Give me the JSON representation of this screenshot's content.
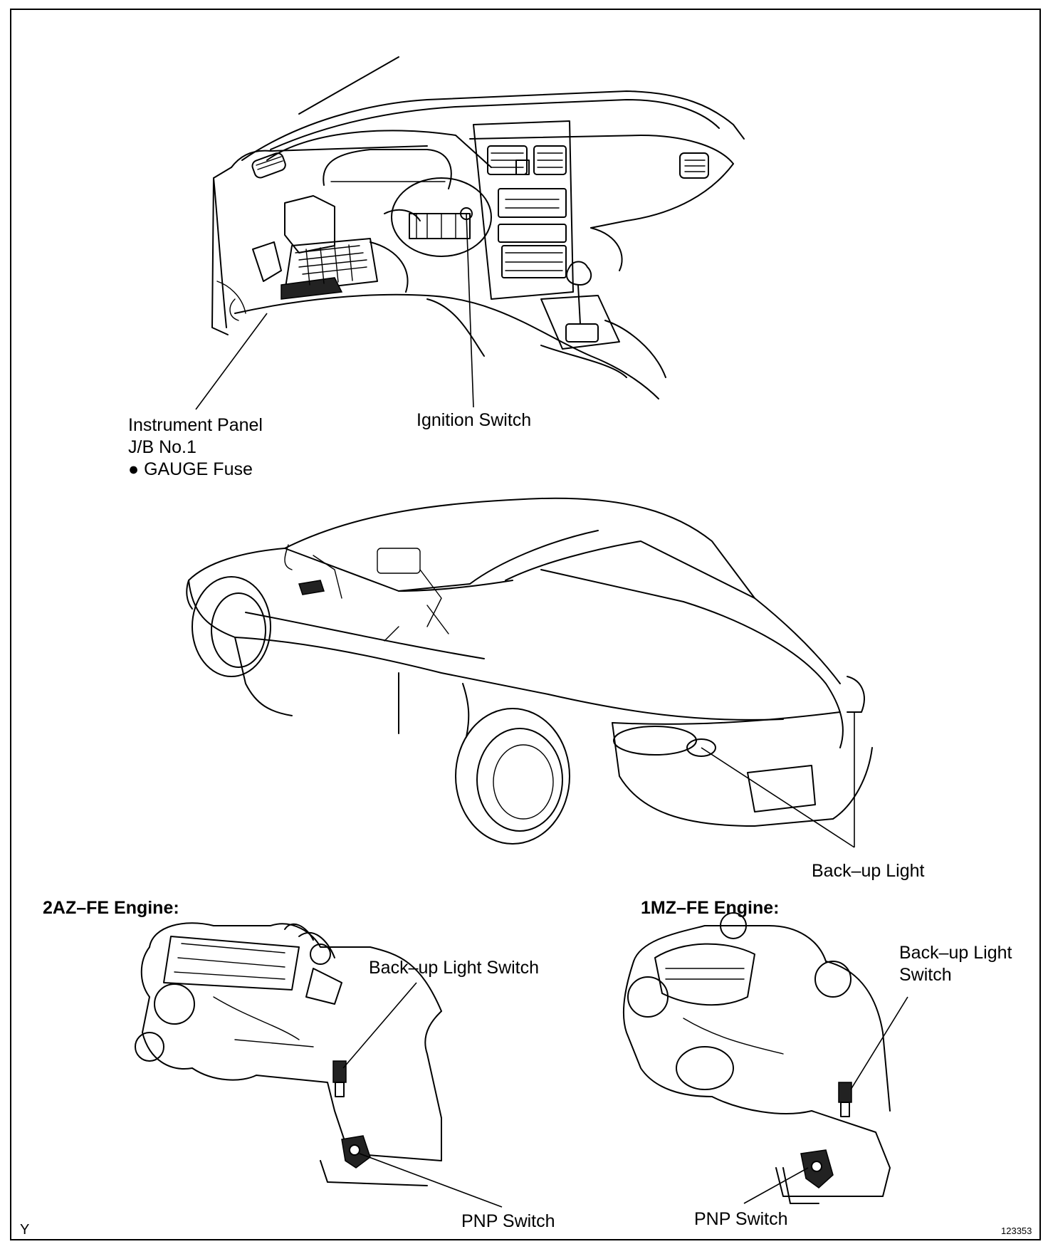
{
  "labels": {
    "instrument_panel_line1": "Instrument Panel",
    "instrument_panel_line2": "J/B No.1",
    "gauge_fuse": "GAUGE Fuse",
    "ignition_switch": "Ignition Switch",
    "backup_light": "Back–up Light",
    "engine_2az": "2AZ–FE Engine:",
    "engine_1mz": "1MZ–FE Engine:",
    "backup_light_switch_2az": "Back–up Light Switch",
    "backup_light_switch_1mz_line1": "Back–up Light",
    "backup_light_switch_1mz_line2": "Switch",
    "pnp_switch_2az": "PNP Switch",
    "pnp_switch_1mz": "PNP Switch",
    "corner_code": "Y",
    "figure_number": "123353"
  },
  "bullet": "●"
}
